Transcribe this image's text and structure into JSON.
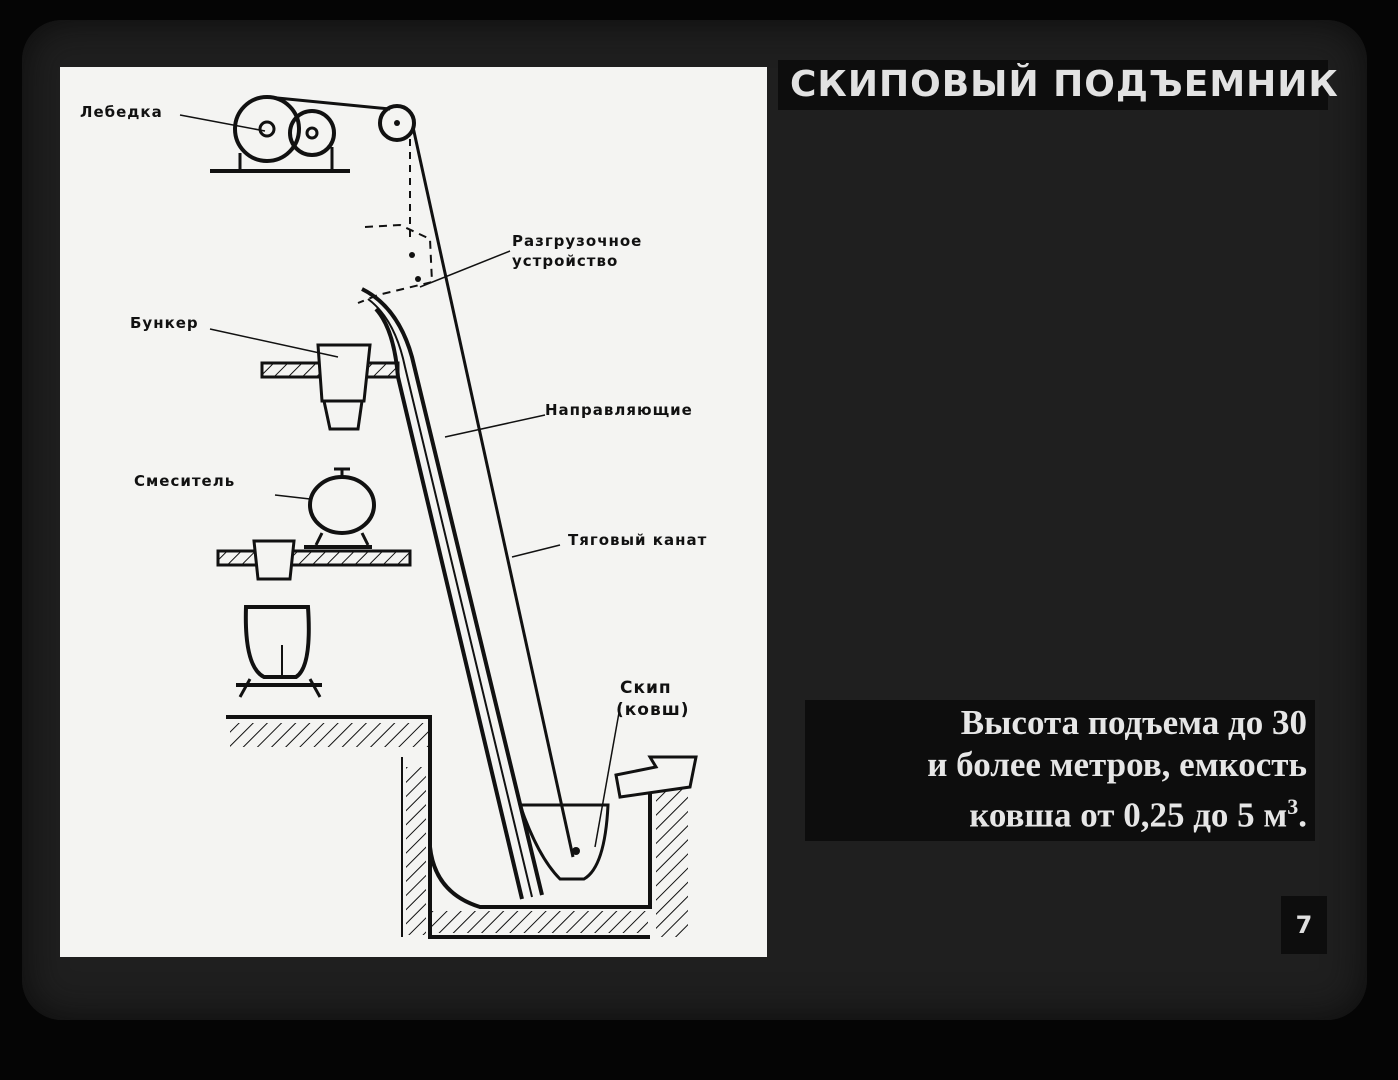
{
  "title": "СКИПОВЫЙ ПОДЪЕМНИК",
  "labels": {
    "winch": "Лебедка",
    "unloading_line1": "Разгрузочное",
    "unloading_line2": "устройство",
    "bunker": "Бункер",
    "guides": "Направляющие",
    "mixer": "Смеситель",
    "cable": "Тяговый канат",
    "skip_line1": "Скип",
    "skip_line2": "(ковш)"
  },
  "description": {
    "line1": "Высота подъема до 30",
    "line2": "и более метров, емкость",
    "line3_prefix": "ковша от 0,25 до 5 м",
    "line3_sup": "3",
    "line3_suffix": "."
  },
  "page_number": "7"
}
